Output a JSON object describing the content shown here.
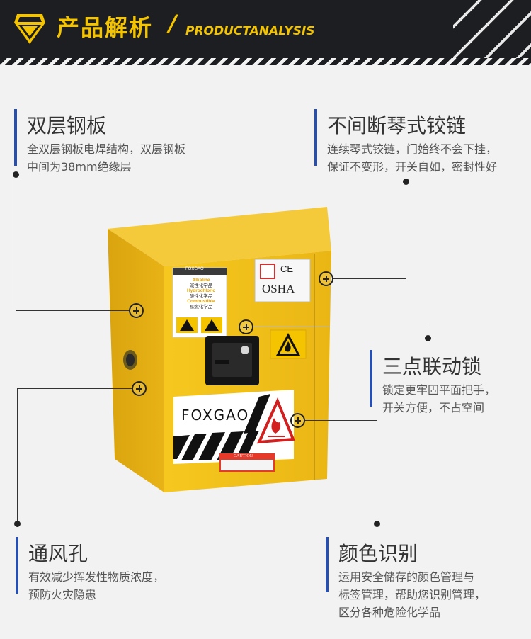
{
  "header": {
    "title": "产品解析",
    "slash": "/",
    "subtitle": "PRODUCTANALYSIS"
  },
  "features": [
    {
      "title": "双层钢板",
      "desc": [
        "全双层钢板电焊结构，双层钢板",
        "中间为38mm绝缘层"
      ]
    },
    {
      "title": "不间断琴式铰链",
      "desc": [
        "连续琴式铰链，门始终不会下挂，",
        "保证不变形，开关自如，密封性好"
      ]
    },
    {
      "title": "三点联动锁",
      "desc": [
        "锁定更牢固平面把手，",
        "开关方便，不占空间"
      ]
    },
    {
      "title": "通风孔",
      "desc": [
        "有效减少挥发性物质浓度，",
        "预防火灾隐患"
      ]
    },
    {
      "title": "颜色识别",
      "desc": [
        "运用安全储存的颜色管理与",
        "标签管理，帮助您识别管理，",
        "区分各种危险化学品"
      ]
    }
  ],
  "cabinet": {
    "brand": "FOXGAO",
    "label_brand": "FOXGAO",
    "label_lines": [
      "Alkaline",
      "碱性化学品",
      "Hydrochloric",
      "酸性化学品",
      "Combustible",
      "易燃化学品"
    ],
    "osha": "OSHA",
    "ce": "CE",
    "caution": "CAUTION"
  },
  "colors": {
    "accent_yellow": "#f5c400",
    "header_bg": "#1c1e22",
    "bar_blue": "#2b4fa5",
    "cabinet_yellow": "#f3c31c"
  }
}
